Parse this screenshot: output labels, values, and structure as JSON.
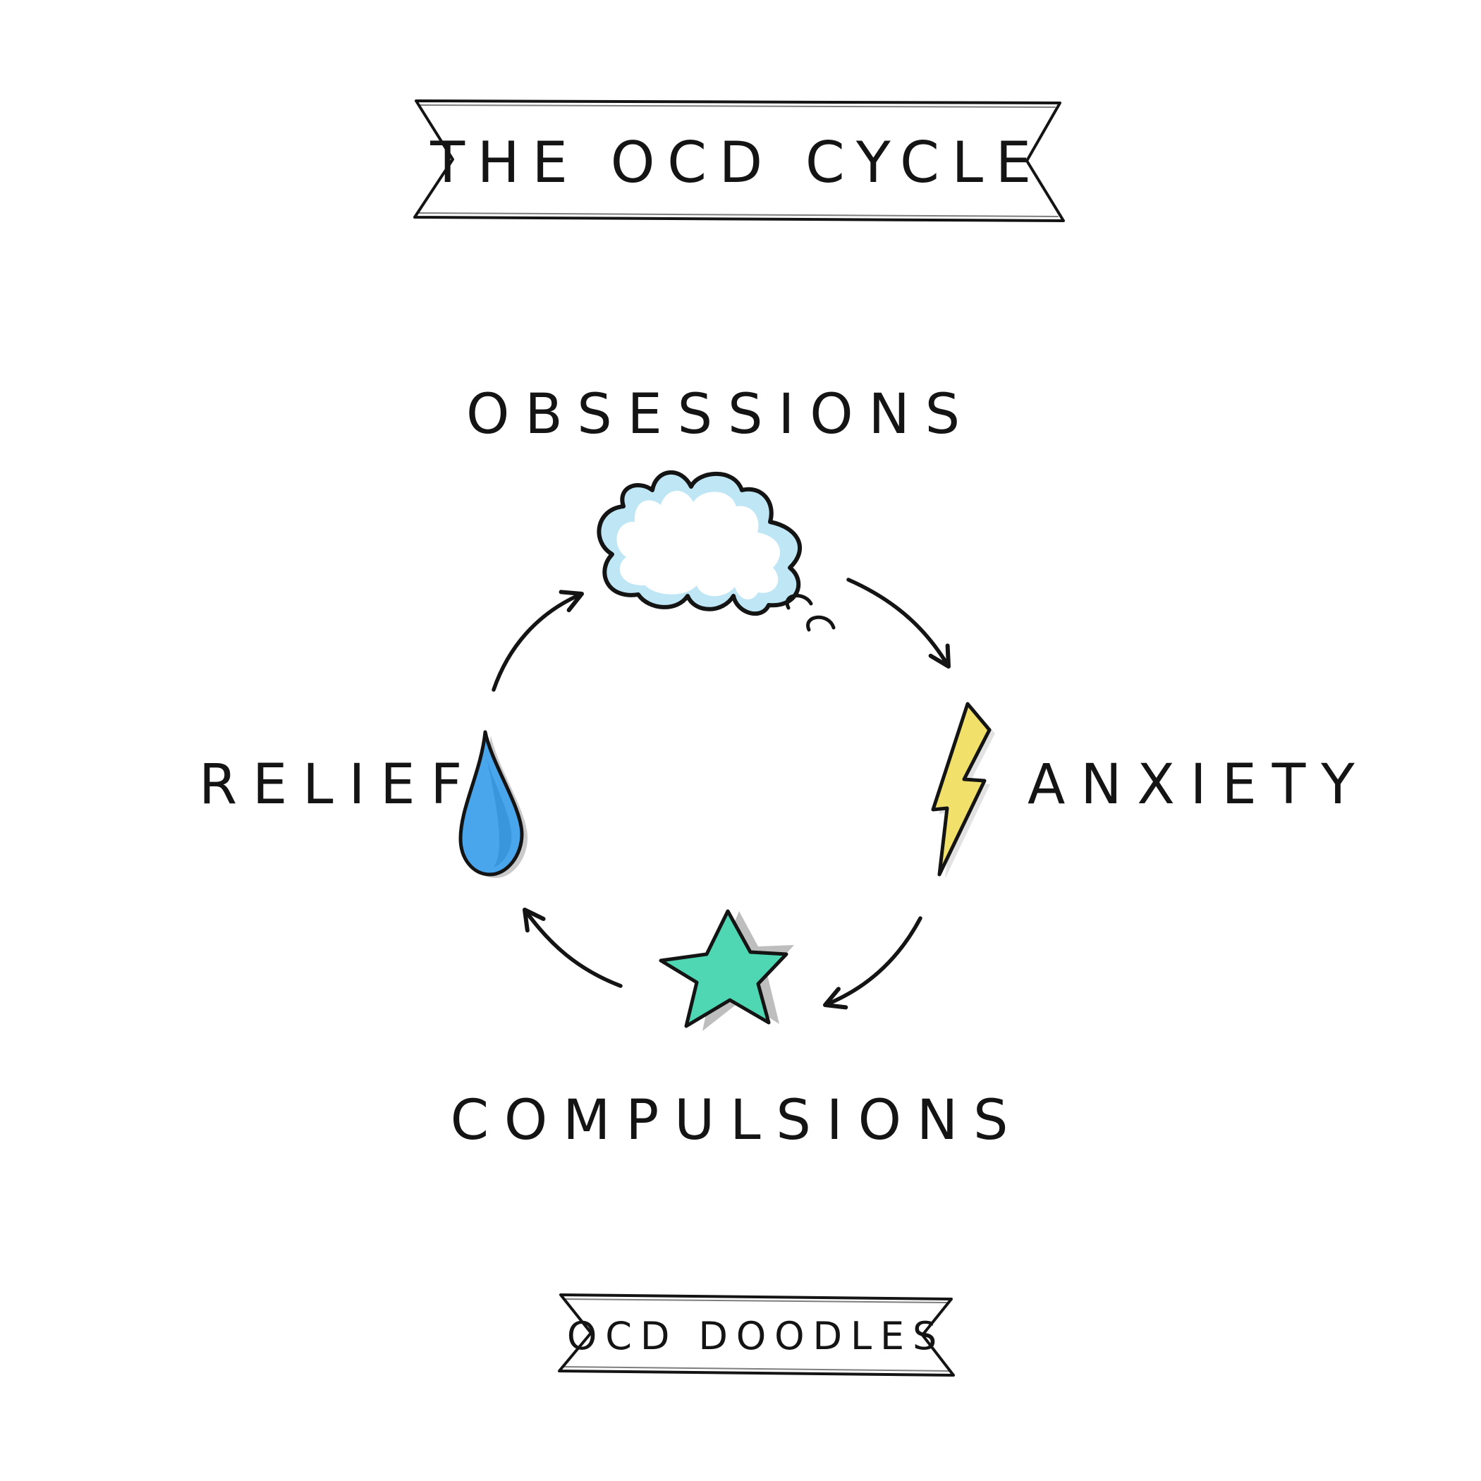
{
  "title_banner": {
    "text": "THE OCD CYCLE"
  },
  "stages": [
    {
      "id": "obsessions",
      "label": "OBSESSIONS",
      "icon": "cloud-icon",
      "color": "#bfe6f5"
    },
    {
      "id": "anxiety",
      "label": "ANXIETY",
      "icon": "lightning-bolt-icon",
      "color": "#f1e16a"
    },
    {
      "id": "compulsions",
      "label": "COMPULSIONS",
      "icon": "star-icon",
      "color": "#4fd7b4"
    },
    {
      "id": "relief",
      "label": "RELIEF",
      "icon": "water-drop-icon",
      "color": "#4aa6ec"
    }
  ],
  "footer_banner": {
    "text": "OCD DOODLES"
  }
}
